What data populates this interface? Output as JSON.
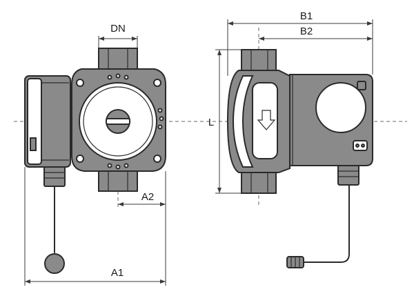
{
  "labels": {
    "dn": "DN",
    "b1": "B1",
    "b2": "B2",
    "l": "L",
    "a2": "A2",
    "a1": "A1"
  },
  "colors": {
    "line": "#2a2a2a",
    "body_fill": "#8a8a8a",
    "background": "#ffffff"
  }
}
